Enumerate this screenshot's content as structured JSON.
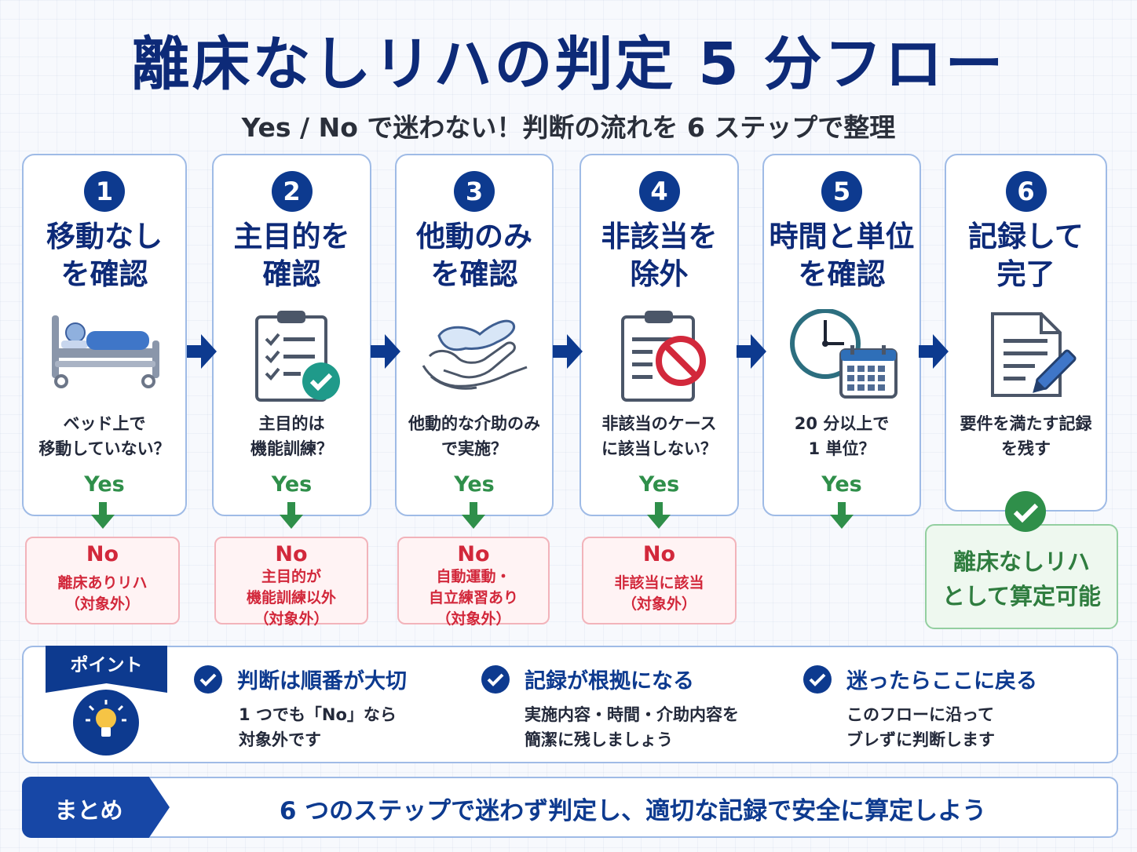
{
  "title": "離床なしリハの判定 5 分フロー",
  "subtitle": "Yes / No で迷わない！判断の流れを 6 ステップで整理",
  "colors": {
    "navy": "#0d2a78",
    "blue": "#0d3a8f",
    "yes_green": "#2f8f4a",
    "no_red": "#d2283b",
    "card_border": "#9fbbe6"
  },
  "steps": [
    {
      "num": "1",
      "title": "移動なし\nを確認",
      "question": "ベッド上で\n移動していない？",
      "yes": "Yes",
      "icon": "bed-icon"
    },
    {
      "num": "2",
      "title": "主目的を\n確認",
      "question": "主目的は\n機能訓練？",
      "yes": "Yes",
      "icon": "clipboard-check-icon"
    },
    {
      "num": "3",
      "title": "他動のみ\nを確認",
      "question": "他動的な介助のみ\nで実施？",
      "yes": "Yes",
      "icon": "assist-hands-icon"
    },
    {
      "num": "4",
      "title": "非該当を\n除外",
      "question": "非該当のケース\nに該当しない？",
      "yes": "Yes",
      "icon": "document-prohibited-icon"
    },
    {
      "num": "5",
      "title": "時間と単位\nを確認",
      "question": "20 分以上で\n1 単位？",
      "yes": "Yes",
      "icon": "clock-calendar-icon"
    },
    {
      "num": "6",
      "title": "記録して\n完了",
      "question": "要件を満たす記録\nを残す",
      "yes": "",
      "icon": "document-pen-icon"
    }
  ],
  "no_boxes": [
    {
      "label": "No",
      "text": "離床ありリハ\n（対象外）"
    },
    {
      "label": "No",
      "text": "主目的が\n機能訓練以外\n（対象外）"
    },
    {
      "label": "No",
      "text": "自動運動・\n自立練習あり\n（対象外）"
    },
    {
      "label": "No",
      "text": "非該当に該当\n（対象外）"
    }
  ],
  "result": {
    "text": "離床なしリハ\nとして算定可能",
    "icon": "check-circle-icon"
  },
  "point": {
    "tag": "ポイント",
    "icon": "lightbulb-icon",
    "items": [
      {
        "head": "判断は順番が大切",
        "body": "1 つでも「No」なら\n対象外です"
      },
      {
        "head": "記録が根拠になる",
        "body": "実施内容・時間・介助内容を\n簡潔に残しましょう"
      },
      {
        "head": "迷ったらここに戻る",
        "body": "このフローに沿って\nブレずに判断します"
      }
    ]
  },
  "summary": {
    "tag": "まとめ",
    "text": "6 つのステップで迷わず判定し、適切な記録で安全に算定しよう"
  }
}
